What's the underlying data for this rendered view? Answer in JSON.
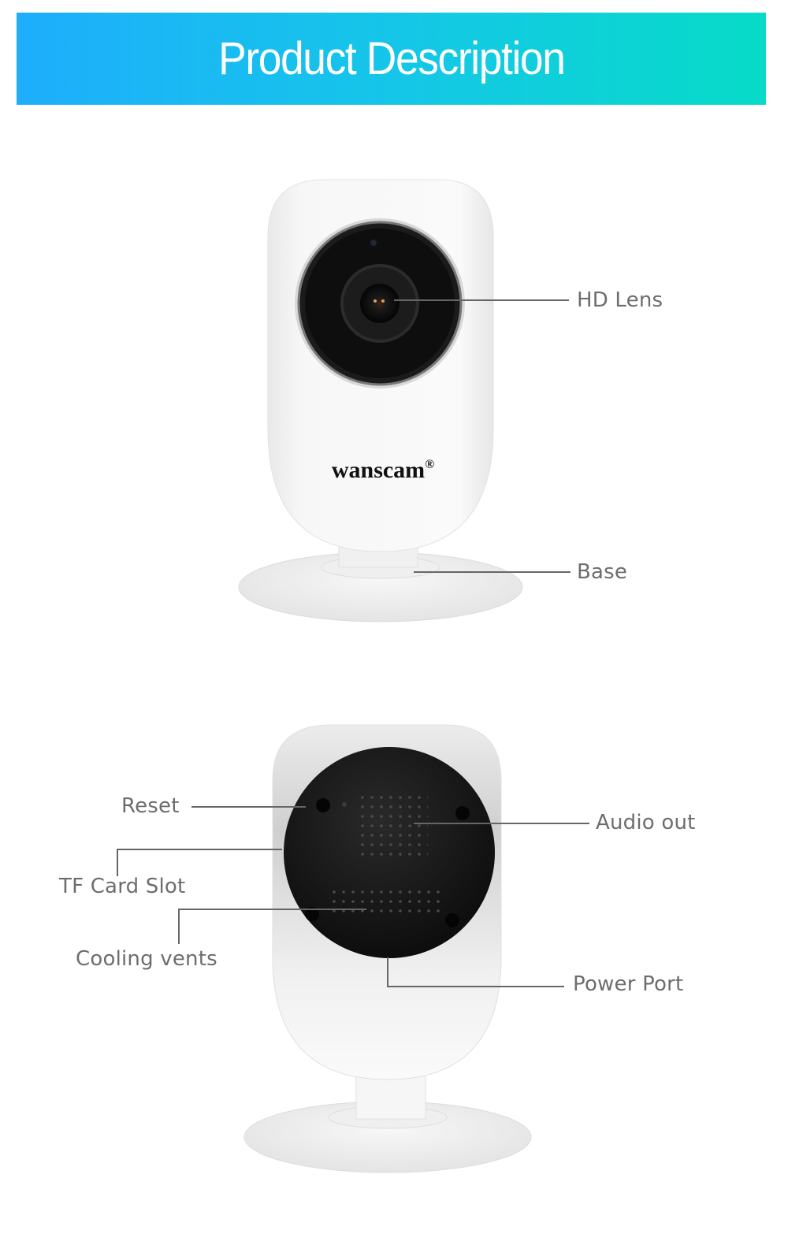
{
  "header": {
    "title": "Product Description",
    "gradient_start": "#1eaefc",
    "gradient_end": "#07dbc8"
  },
  "front_view": {
    "brand": "wanscam",
    "brand_mark": "®",
    "callouts": [
      {
        "label": "HD Lens"
      },
      {
        "label": "Base"
      }
    ]
  },
  "back_view": {
    "callouts": [
      {
        "label": "Reset"
      },
      {
        "label": "TF Card Slot"
      },
      {
        "label": "Cooling vents"
      },
      {
        "label": "Audio out"
      },
      {
        "label": "Power Port"
      }
    ]
  },
  "colors": {
    "label_text": "#6d6d6d",
    "leader_line": "#666666",
    "camera_body": "#f4f4f4",
    "camera_face": "#141414"
  }
}
